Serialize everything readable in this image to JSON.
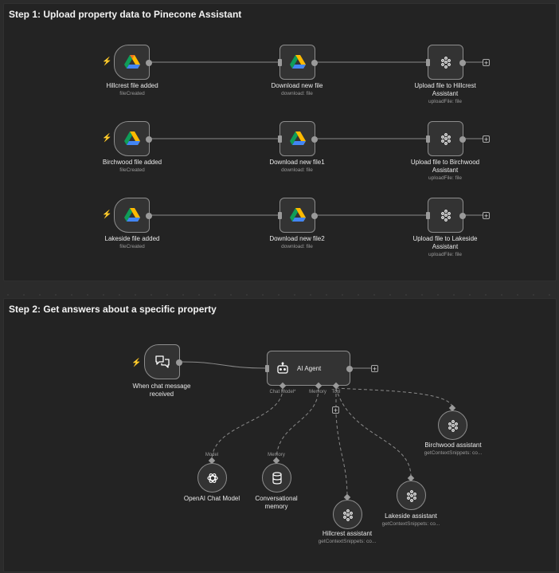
{
  "step1": {
    "title": "Step 1: Upload property data to Pinecone Assistant",
    "rows": [
      {
        "trigger": {
          "label": "Hillcrest file added",
          "sub": "fileCreated"
        },
        "download": {
          "label": "Download new file",
          "sub": "download: file"
        },
        "upload": {
          "label1": "Upload file to Hillcrest",
          "label2": "Assistant",
          "sub": "uploadFile: file"
        }
      },
      {
        "trigger": {
          "label": "Birchwood file added",
          "sub": "fileCreated"
        },
        "download": {
          "label": "Download new file1",
          "sub": "download: file"
        },
        "upload": {
          "label1": "Upload file to Birchwood",
          "label2": "Assistant",
          "sub": "uploadFile: file"
        }
      },
      {
        "trigger": {
          "label": "Lakeside file added",
          "sub": "fileCreated"
        },
        "download": {
          "label": "Download new file2",
          "sub": "download: file"
        },
        "upload": {
          "label1": "Upload file to Lakeside",
          "label2": "Assistant",
          "sub": "uploadFile: file"
        }
      }
    ]
  },
  "step2": {
    "title": "Step 2: Get answers about a specific property",
    "chat_trigger": {
      "label1": "When chat message",
      "label2": "received"
    },
    "agent": {
      "label": "AI Agent",
      "ports": {
        "chat_model": "Chat Model*",
        "memory": "Memory",
        "tool": "Tool"
      }
    },
    "openai": {
      "label": "OpenAI Chat Model",
      "port": "Model"
    },
    "memory": {
      "label1": "Conversational",
      "label2": "memory",
      "port": "Memory"
    },
    "hillcrest": {
      "label": "Hillcrest assistant",
      "sub": "getContextSnippets: co..."
    },
    "lakeside": {
      "label": "Lakeside assistant",
      "sub": "getContextSnippets: co..."
    },
    "birchwood": {
      "label": "Birchwood assistant",
      "sub": "getContextSnippets: co..."
    }
  },
  "colors": {
    "trigger_bolt": "#ff6d5a",
    "wire": "#8a8a8a",
    "node_border": "#8d8d8d"
  }
}
